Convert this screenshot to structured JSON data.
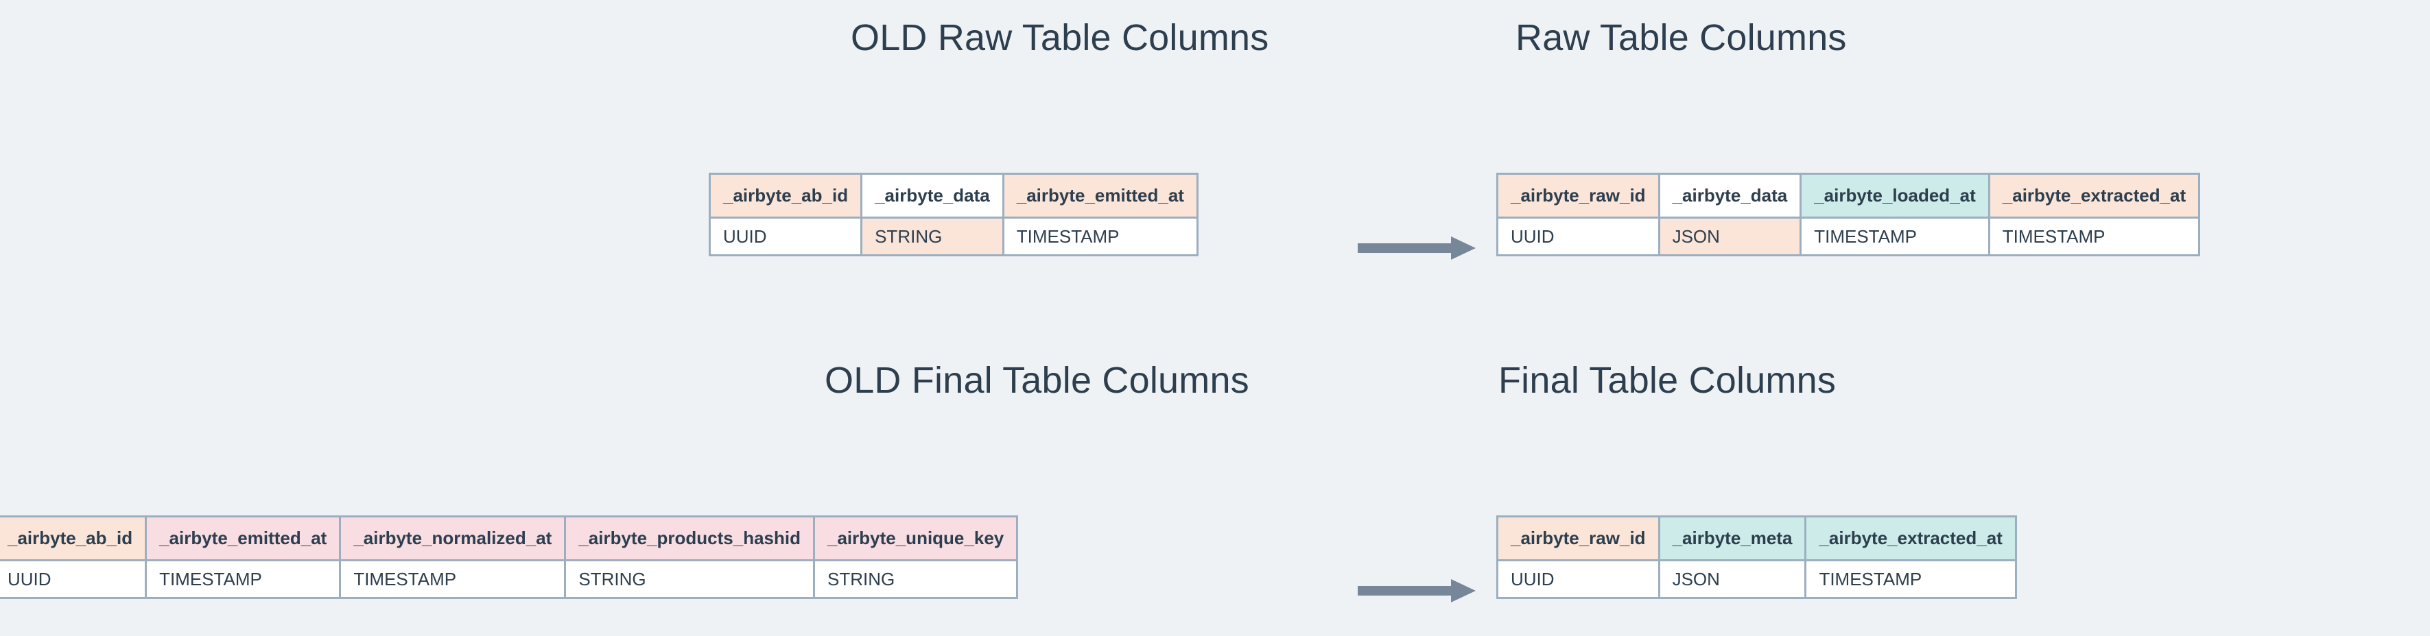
{
  "background_color": "#eff2f5",
  "text_color": "#2d3e4e",
  "border_color": "#9cafc0",
  "palette": {
    "peach": "#fae5d8",
    "teal": "#cdebe9",
    "pink": "#f8dde2",
    "white": "#ffffff",
    "arrow": "#76879a"
  },
  "diagram": {
    "title_old_raw": "OLD Raw Table Columns",
    "title_new_raw": "Raw Table Columns",
    "title_old_final": "OLD Final Table Columns",
    "title_new_final": "Final Table Columns",
    "arrow_raw_label": "arrow-right",
    "arrow_final_label": "arrow-right"
  },
  "tables": {
    "old_raw": {
      "columns": [
        {
          "name": "_airbyte_ab_id",
          "type": "UUID",
          "header_color": "peach",
          "type_color": "white"
        },
        {
          "name": "_airbyte_data",
          "type": "STRING",
          "header_color": "white",
          "type_color": "peach"
        },
        {
          "name": "_airbyte_emitted_at",
          "type": "TIMESTAMP",
          "header_color": "peach",
          "type_color": "white"
        }
      ]
    },
    "new_raw": {
      "columns": [
        {
          "name": "_airbyte_raw_id",
          "type": "UUID",
          "header_color": "peach",
          "type_color": "white"
        },
        {
          "name": "_airbyte_data",
          "type": "JSON",
          "header_color": "white",
          "type_color": "peach"
        },
        {
          "name": "_airbyte_loaded_at",
          "type": "TIMESTAMP",
          "header_color": "teal",
          "type_color": "white"
        },
        {
          "name": "_airbyte_extracted_at",
          "type": "TIMESTAMP",
          "header_color": "peach",
          "type_color": "white"
        }
      ]
    },
    "old_final": {
      "columns": [
        {
          "name": "_airbyte_ab_id",
          "type": "UUID",
          "header_color": "peach",
          "type_color": "white"
        },
        {
          "name": "_airbyte_emitted_at",
          "type": "TIMESTAMP",
          "header_color": "pink",
          "type_color": "white"
        },
        {
          "name": "_airbyte_normalized_at",
          "type": "TIMESTAMP",
          "header_color": "pink",
          "type_color": "white"
        },
        {
          "name": "_airbyte_products_hashid",
          "type": "STRING",
          "header_color": "pink",
          "type_color": "white"
        },
        {
          "name": "_airbyte_unique_key",
          "type": "STRING",
          "header_color": "pink",
          "type_color": "white"
        }
      ]
    },
    "new_final": {
      "columns": [
        {
          "name": "_airbyte_raw_id",
          "type": "UUID",
          "header_color": "peach",
          "type_color": "white"
        },
        {
          "name": "_airbyte_meta",
          "type": "JSON",
          "header_color": "teal",
          "type_color": "white"
        },
        {
          "name": "_airbyte_extracted_at",
          "type": "TIMESTAMP",
          "header_color": "teal",
          "type_color": "white"
        }
      ]
    }
  }
}
